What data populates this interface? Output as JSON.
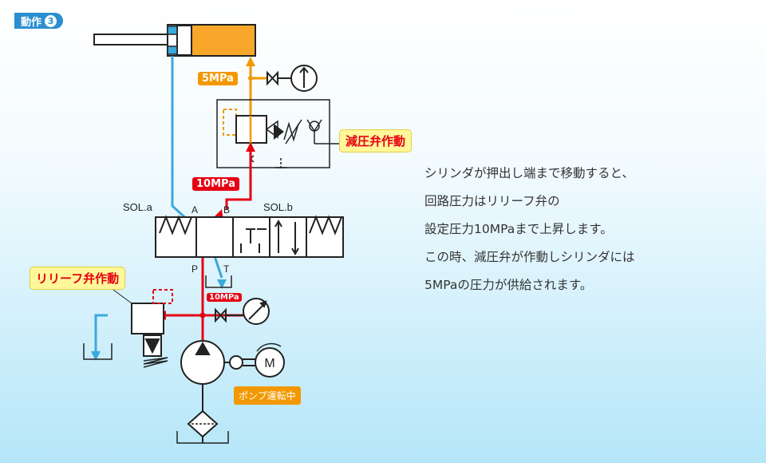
{
  "header": {
    "step_label": "動作",
    "step_number": "3"
  },
  "callouts": {
    "reducing_valve": "減圧弁作動",
    "relief_valve": "リリーフ弁作動"
  },
  "pressures": {
    "cylinder": "5MPa",
    "line": "10MPa",
    "gauge": "10MPa"
  },
  "ports": {
    "a": "A",
    "b": "B",
    "p": "P",
    "t": "T"
  },
  "solenoids": {
    "a": "SOL.a",
    "b": "SOL.b"
  },
  "pump": {
    "status": "ポンプ運転中",
    "motor": "M"
  },
  "description": [
    "シリンダが押出し端まで移動すると、",
    "回路圧力はリリーフ弁の",
    "設定圧力10MPaまで上昇します。",
    "この時、減圧弁が作動しシリンダには",
    "5MPaの圧力が供給されます。"
  ],
  "colors": {
    "pressure_high": "#e60012",
    "pressure_reduced": "#f39800",
    "return_line": "#3aa9dc",
    "cylinder_body": "#f9a72b"
  }
}
